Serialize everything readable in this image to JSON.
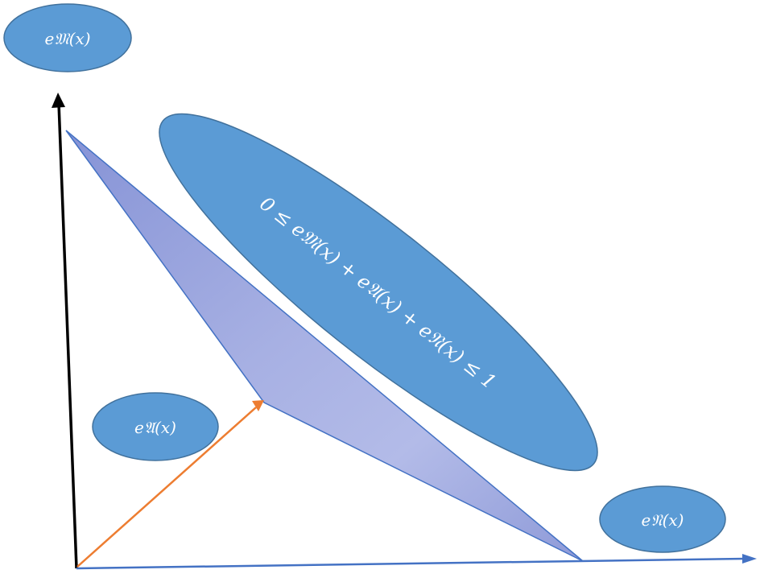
{
  "labels": {
    "em": "e𝔐(x)",
    "ea": "e𝔄(x)",
    "en": "e𝔑(x)",
    "constraint": "0 ≤ e𝔐(x) + e𝔄(x) + e𝔑(x) ≤ 1"
  },
  "colors": {
    "ellipse_fill": "#5b9bd5",
    "ellipse_stroke": "#41719c",
    "axis_vertical": "#000000",
    "axis_horizontal": "#4472c4",
    "vector_arrow": "#ed7d31",
    "plane_edge": "#4472c4",
    "plane_fill_dark": "#8e9ad8",
    "plane_fill_light": "#c3c8ec"
  }
}
